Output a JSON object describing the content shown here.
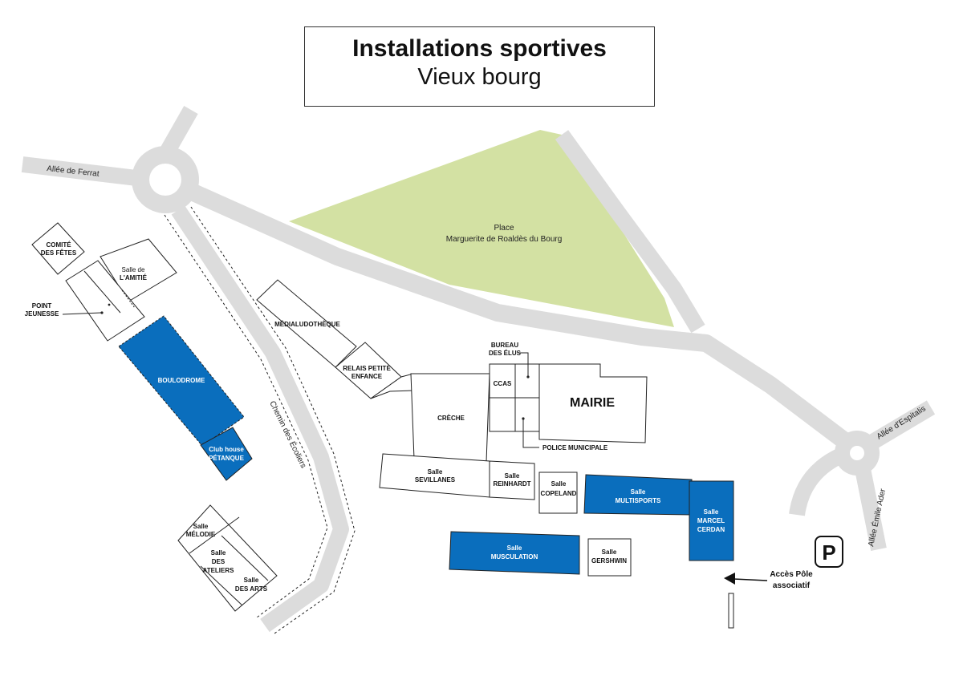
{
  "title": {
    "main": "Installations sportives",
    "sub": "Vieux bourg"
  },
  "colors": {
    "sport_facility": "#0a6ebd",
    "park": "#d3e1a3",
    "road": "#dcdcdc",
    "outline": "#222222"
  },
  "roads": {
    "allee_ferrat": "Allée de Ferrat",
    "allee_espitalis": "Allée d'Espitalis",
    "allee_emile_ader": "Allée Émile Ader",
    "chemin_ecoliers": "Chemin des Écoliers"
  },
  "park": {
    "line1": "Place",
    "line2": "Marguerite de Roaldès du Bourg"
  },
  "buildings": {
    "comite_fetes": [
      "COMITÉ",
      "DES FÊTES"
    ],
    "salle_amitie": [
      "Salle de",
      "L'AMITIÉ"
    ],
    "point_jeunesse": [
      "POINT",
      "JEUNESSE"
    ],
    "boulodrome": "BOULODROME",
    "club_house": [
      "Club house",
      "PÉTANQUE"
    ],
    "mediatheque": "MÉDIALUDOTHÈQUE",
    "relais": [
      "RELAIS PETITE",
      "ENFANCE"
    ],
    "bureau_elus": [
      "BUREAU",
      "DES ÉLUS"
    ],
    "ccas": "CCAS",
    "mairie": "MAIRIE",
    "creche": "CRÈCHE",
    "police": "POLICE MUNICIPALE",
    "sevillanes": [
      "Salle",
      "SEVILLANES"
    ],
    "reinhardt": [
      "Salle",
      "REINHARDT"
    ],
    "copeland": [
      "Salle",
      "COPELAND"
    ],
    "multisports": [
      "Salle",
      "MULTISPORTS"
    ],
    "marcel_cerdan": [
      "Salle",
      "MARCEL",
      "CERDAN"
    ],
    "musculation": [
      "Salle",
      "MUSCULATION"
    ],
    "gershwin": [
      "Salle",
      "GERSHWIN"
    ],
    "melodie": [
      "Salle",
      "MÉLODIE"
    ],
    "ateliers": [
      "Salle",
      "DES",
      "ATELIERS"
    ],
    "arts": [
      "Salle",
      "DES ARTS"
    ]
  },
  "parking": "P",
  "access": [
    "Accès Pôle",
    "associatif"
  ],
  "icons": {
    "parking": "parking-sign-icon",
    "access": "arrow-left-icon"
  }
}
